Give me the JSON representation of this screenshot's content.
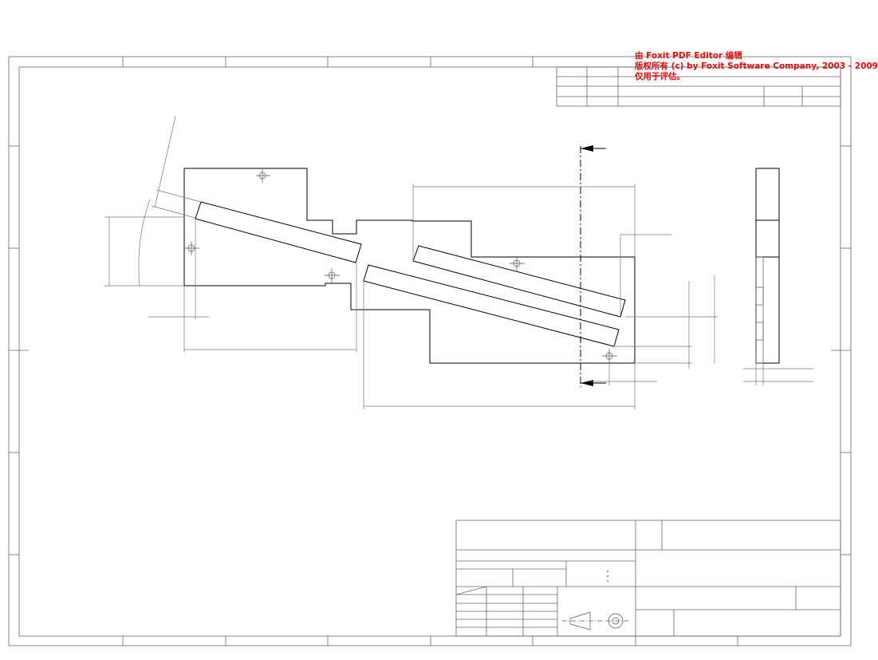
{
  "watermark": {
    "line1": "由 Foxit PDF Editor 编辑",
    "line2": "版权所有 (c) by Foxit Software Company, 2003 - 2009",
    "line3": "仅用于评估。",
    "color": "#ff0000"
  },
  "drawing": {
    "line_color": "#000000",
    "frame_color": "#666666",
    "dimension_color": "#777777",
    "icons": [
      "center-mark-icon",
      "section-arrow-icon",
      "projection-symbol-icon"
    ]
  }
}
